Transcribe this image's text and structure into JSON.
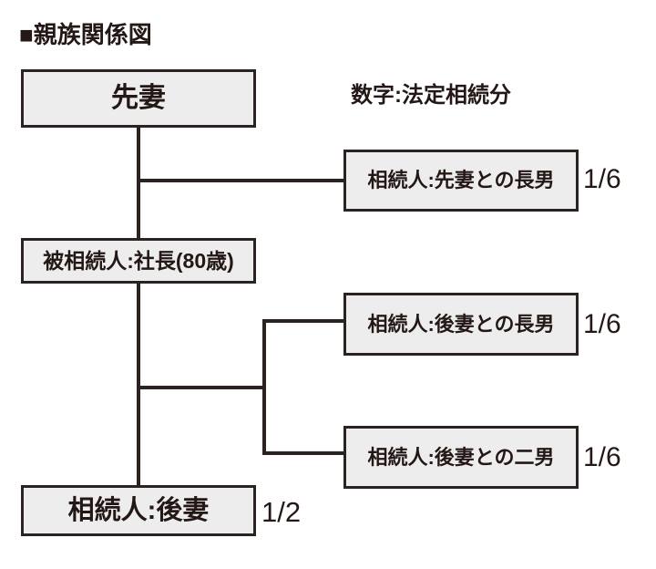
{
  "title": {
    "bullet": "■",
    "text": "親族関係図",
    "full": "■親族関係図"
  },
  "legend": {
    "text": "数字:法定相続分"
  },
  "colors": {
    "box_fill": "#ededed",
    "box_border": "#2b2320",
    "text": "#231815",
    "background": "#ffffff",
    "line": "#2b2320"
  },
  "nodes": {
    "former_wife": {
      "label": "先妻",
      "share": ""
    },
    "decedent": {
      "label": "被相続人:社長(80歳)",
      "share": ""
    },
    "second_wife": {
      "label": "相続人:後妻",
      "share": "1/2"
    },
    "heirs": [
      {
        "label": "相続人:先妻との長男",
        "share": "1/6"
      },
      {
        "label": "相続人:後妻との長男",
        "share": "1/6"
      },
      {
        "label": "相続人:後妻との二男",
        "share": "1/6"
      }
    ]
  },
  "chart_data": {
    "type": "diagram",
    "title": "■親族関係図",
    "note": "数字:法定相続分",
    "categories": [
      "先妻",
      "被相続人:社長(80歳)",
      "相続人:先妻との長男",
      "相続人:後妻との長男",
      "相続人:後妻との二男",
      "相続人:後妻"
    ],
    "shares": [
      "",
      "",
      "1/6",
      "1/6",
      "1/6",
      "1/2"
    ],
    "values": [
      null,
      null,
      0.1667,
      0.1667,
      0.1667,
      0.5
    ],
    "edges": [
      {
        "from": "先妻",
        "to": "被相続人:社長(80歳)"
      },
      {
        "from": "先妻",
        "to": "相続人:先妻との長男"
      },
      {
        "from": "被相続人:社長(80歳)",
        "to": "相続人:後妻"
      },
      {
        "from": "被相続人:社長(80歳)",
        "to": "相続人:後妻との長男"
      },
      {
        "from": "被相続人:社長(80歳)",
        "to": "相続人:後妻との二男"
      }
    ]
  }
}
